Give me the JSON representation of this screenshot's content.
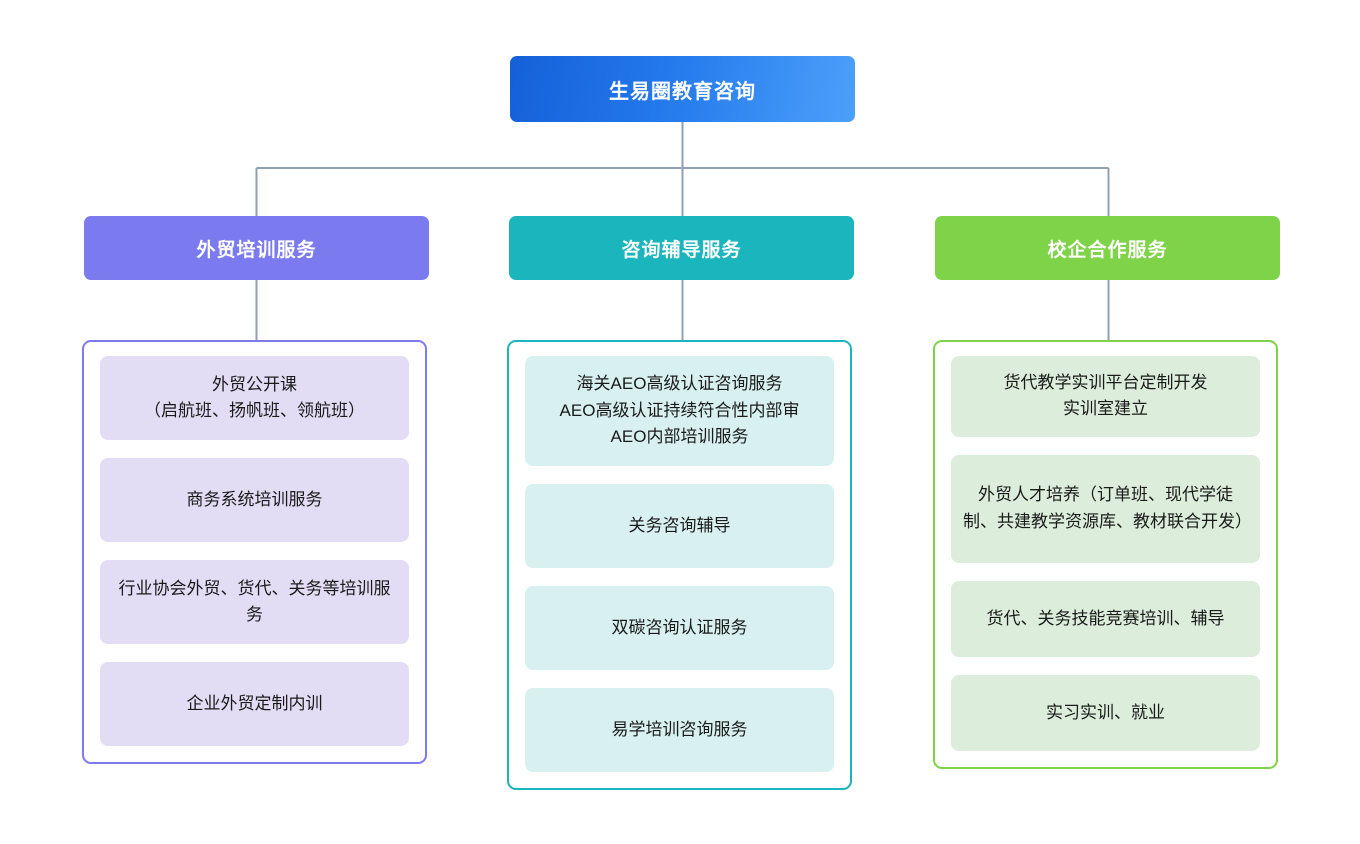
{
  "diagram": {
    "type": "organization-chart",
    "background": "#ffffff",
    "connector_color": "#90a0b0",
    "root": {
      "label": "生易圈教育咨询",
      "color_start": "#1560d8",
      "color_end": "#4ba0fa",
      "text_color": "#ffffff"
    },
    "branches": [
      {
        "id": "waimao-peixun",
        "header": "外贸培训服务",
        "accent": "#7b7bef",
        "card_fill": "#e2ddf5",
        "items": [
          "外贸公开课\n（启航班、扬帆班、领航班）",
          "商务系统培训服务",
          "行业协会外贸、货代、关务等培训服务",
          "企业外贸定制内训"
        ]
      },
      {
        "id": "zixun-fudao",
        "header": "咨询辅导服务",
        "accent": "#1bb5bd",
        "card_fill": "#d8f0f0",
        "items": [
          "海关AEO高级认证咨询服务\nAEO高级认证持续符合性内部审\nAEO内部培训服务",
          "关务咨询辅导",
          "双碳咨询认证服务",
          "易学培训咨询服务"
        ]
      },
      {
        "id": "xiaoqi-hezuo",
        "header": "校企合作服务",
        "accent": "#7ed348",
        "card_fill": "#dceedb",
        "items": [
          "货代教学实训平台定制开发\n实训室建立",
          "外贸人才培养（订单班、现代学徒制、共建教学资源库、教材联合开发）",
          "货代、关务技能竞赛培训、辅导",
          "实习实训、就业"
        ]
      }
    ]
  }
}
